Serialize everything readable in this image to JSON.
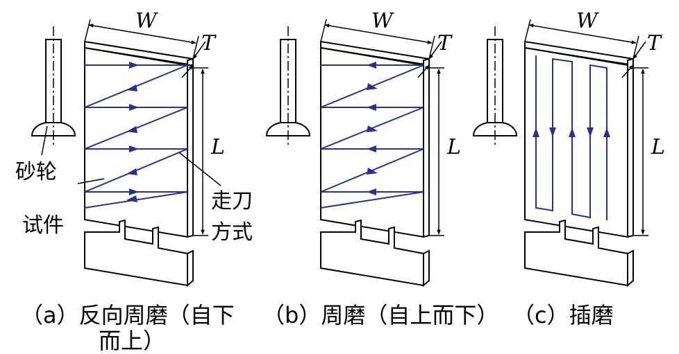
{
  "panels": [
    {
      "caption_line1": "（a）反向周磨（自下",
      "caption_line2": "而上）",
      "dim_w": "W",
      "dim_t": "T",
      "dim_l": "L",
      "wheel_label": "砂轮",
      "specimen_label": "试件",
      "path_label_line1": "走刀",
      "path_label_line2": "方式",
      "path_direction": "bottom-to-top"
    },
    {
      "caption_line1": "（b）周磨（自上而下）",
      "dim_w": "W",
      "dim_t": "T",
      "dim_l": "L",
      "path_direction": "top-to-bottom"
    },
    {
      "caption_line1": "（c）插磨",
      "dim_w": "W",
      "dim_t": "T",
      "dim_l": "L",
      "path_direction": "vertical-serpentine"
    }
  ],
  "colors": {
    "path": "#2b2f8f",
    "line": "#000000"
  }
}
